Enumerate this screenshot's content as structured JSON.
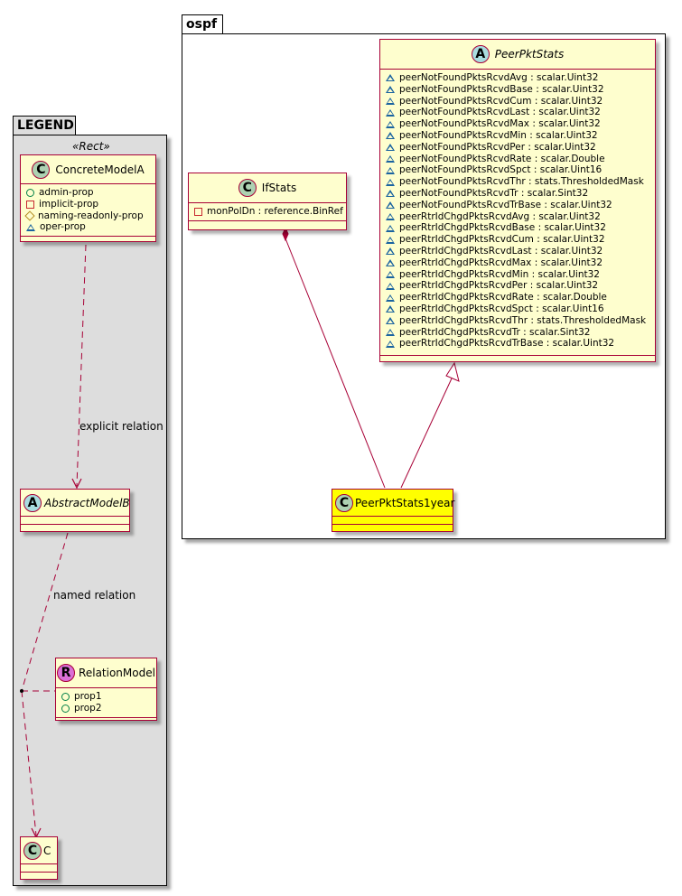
{
  "packages": {
    "legend": {
      "name": "LEGEND",
      "stereotype": "«Rect»"
    },
    "ospf": {
      "name": "ospf"
    }
  },
  "legend": {
    "concrete": {
      "kind": "C",
      "name": "ConcreteModelA",
      "attributes": [
        {
          "visibility": "public",
          "text": "admin-prop"
        },
        {
          "visibility": "private",
          "text": "implicit-prop"
        },
        {
          "visibility": "protected",
          "text": "naming-readonly-prop"
        },
        {
          "visibility": "package",
          "text": "oper-prop"
        }
      ]
    },
    "abstract": {
      "kind": "A",
      "name": "AbstractModelB"
    },
    "relation": {
      "kind": "R",
      "name": "RelationModel",
      "attributes": [
        {
          "visibility": "public",
          "text": "prop1"
        },
        {
          "visibility": "public",
          "text": "prop2"
        }
      ]
    },
    "c": {
      "kind": "C",
      "name": "C"
    },
    "edges": {
      "explicit": "explicit relation",
      "named": "named relation"
    }
  },
  "ospf": {
    "ifstats": {
      "kind": "C",
      "name": "IfStats",
      "attributes": [
        {
          "visibility": "private",
          "text": "monPolDn : reference.BinRef"
        }
      ]
    },
    "peerpktstats": {
      "kind": "A",
      "name": "PeerPktStats",
      "attributes": [
        "peerNotFoundPktsRcvdAvg : scalar.Uint32",
        "peerNotFoundPktsRcvdBase : scalar.Uint32",
        "peerNotFoundPktsRcvdCum : scalar.Uint32",
        "peerNotFoundPktsRcvdLast : scalar.Uint32",
        "peerNotFoundPktsRcvdMax : scalar.Uint32",
        "peerNotFoundPktsRcvdMin : scalar.Uint32",
        "peerNotFoundPktsRcvdPer : scalar.Uint32",
        "peerNotFoundPktsRcvdRate : scalar.Double",
        "peerNotFoundPktsRcvdSpct : scalar.Uint16",
        "peerNotFoundPktsRcvdThr : stats.ThresholdedMask",
        "peerNotFoundPktsRcvdTr : scalar.Sint32",
        "peerNotFoundPktsRcvdTrBase : scalar.Uint32",
        "peerRtrIdChgdPktsRcvdAvg : scalar.Uint32",
        "peerRtrIdChgdPktsRcvdBase : scalar.Uint32",
        "peerRtrIdChgdPktsRcvdCum : scalar.Uint32",
        "peerRtrIdChgdPktsRcvdLast : scalar.Uint32",
        "peerRtrIdChgdPktsRcvdMax : scalar.Uint32",
        "peerRtrIdChgdPktsRcvdMin : scalar.Uint32",
        "peerRtrIdChgdPktsRcvdPer : scalar.Uint32",
        "peerRtrIdChgdPktsRcvdRate : scalar.Double",
        "peerRtrIdChgdPktsRcvdSpct : scalar.Uint16",
        "peerRtrIdChgdPktsRcvdThr : stats.ThresholdedMask",
        "peerRtrIdChgdPktsRcvdTr : scalar.Sint32",
        "peerRtrIdChgdPktsRcvdTrBase : scalar.Uint32"
      ],
      "attribute_visibility": "package"
    },
    "peerpktstats1year": {
      "kind": "C",
      "name": "PeerPktStats1year",
      "highlight_color": "#FFFF00"
    }
  },
  "colors": {
    "class_fill": "#FEFECE",
    "class_border": "#A80036",
    "legend_fill": "#DDDDDD",
    "highlight": "#FFFF00"
  }
}
